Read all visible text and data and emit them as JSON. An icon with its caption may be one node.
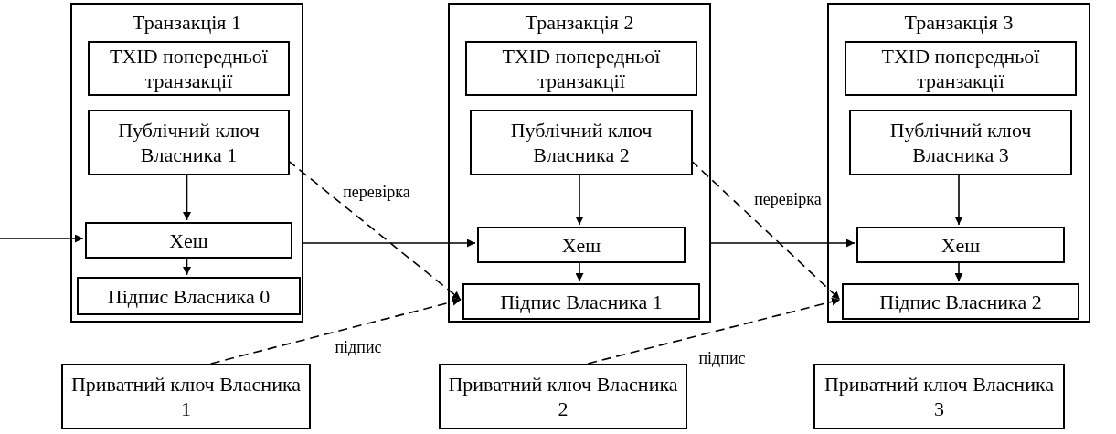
{
  "diagram": {
    "nodes": [
      {
        "text": [
          "Транзакція 1"
        ]
      },
      {
        "text": [
          "TXID попередньої транзакції"
        ],
        "in": 0
      },
      {
        "text": [
          "Публічний ключ Власника 1"
        ],
        "in": 0
      },
      {
        "text": [
          "Хеш"
        ],
        "in": 0
      },
      {
        "text": [
          "Підпис Власника 0"
        ],
        "in": 0
      },
      {
        "text": [
          "Транзакція 2"
        ]
      },
      {
        "text": [
          "TXID попередньої транзакції"
        ],
        "in": 5
      },
      {
        "text": [
          "Публічний ключ Власника 2"
        ],
        "in": 5
      },
      {
        "text": [
          "Хеш"
        ],
        "in": 5
      },
      {
        "text": [
          "Підпис Власника 1"
        ],
        "in": 5
      },
      {
        "text": [
          "Транзакція 3"
        ]
      },
      {
        "text": [
          "TXID попередньої транзакції"
        ],
        "in": 10
      },
      {
        "text": [
          "Публічний ключ Власника 3"
        ],
        "in": 10
      },
      {
        "text": [
          "Хеш"
        ],
        "in": 10
      },
      {
        "text": [
          "Підпис Власника 2"
        ],
        "in": 10
      },
      {
        "text": [
          "Приватний ключ Власника 1"
        ]
      },
      {
        "text": [
          "Приватний ключ Власника 2"
        ]
      },
      {
        "text": [
          "Приватний ключ Власника 3"
        ]
      }
    ],
    "edges": [
      {
        "from": null,
        "to": 3,
        "arrow": "to"
      },
      {
        "from": 2,
        "to": 3,
        "arrow": "to"
      },
      {
        "from": 3,
        "to": 4,
        "arrow": "to"
      },
      {
        "from": 0,
        "to": 8,
        "arrow": "to"
      },
      {
        "from": 2,
        "to": 9,
        "arrow": "to",
        "style": "dashed",
        "label": "перевірка"
      },
      {
        "from": 15,
        "to": 9,
        "arrow": "to",
        "style": "dashed",
        "label": "підпис"
      },
      {
        "from": 7,
        "to": 8,
        "arrow": "to"
      },
      {
        "from": 8,
        "to": 9,
        "arrow": "to"
      },
      {
        "from": 5,
        "to": 13,
        "arrow": "to"
      },
      {
        "from": 7,
        "to": 14,
        "arrow": "to",
        "style": "dashed",
        "label": "перевірка"
      },
      {
        "from": 16,
        "to": 14,
        "arrow": "to",
        "style": "dashed",
        "label": "підпис"
      },
      {
        "from": 12,
        "to": 13,
        "arrow": "to"
      },
      {
        "from": 13,
        "to": 14,
        "arrow": "to"
      }
    ]
  }
}
